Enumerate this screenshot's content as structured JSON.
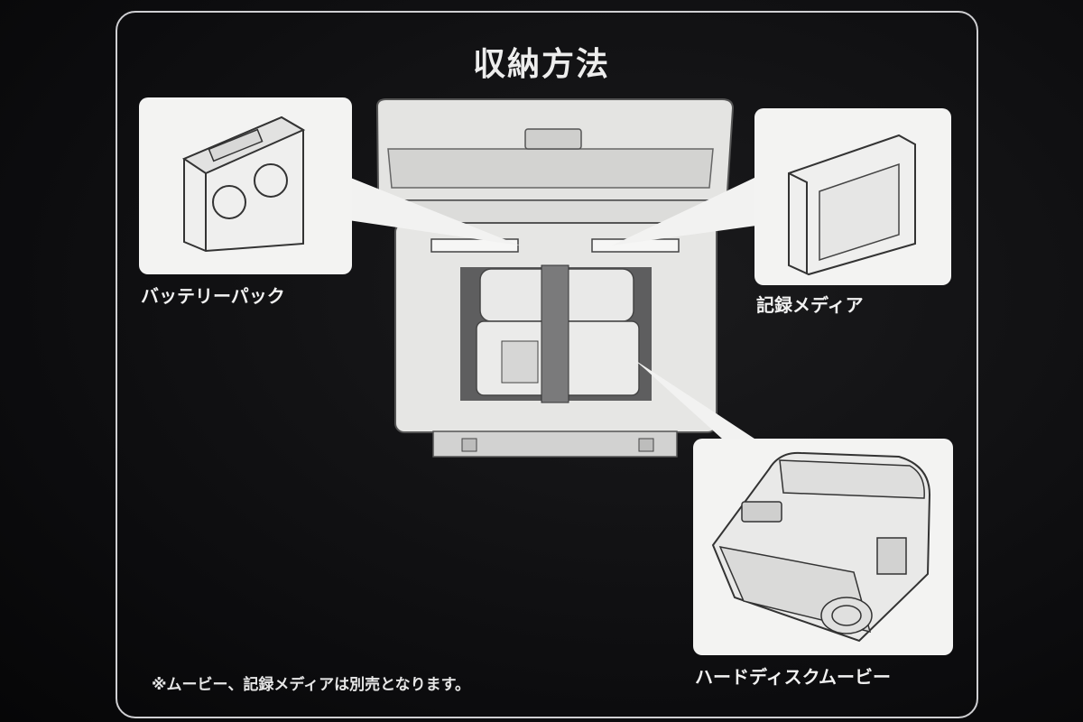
{
  "title": "収納方法",
  "labels": {
    "battery": "バッテリーパック",
    "media": "記録メディア",
    "camera": "ハードディスクムービー"
  },
  "footnote": "※ムービー、記録メディアは別売となります。",
  "colors": {
    "background": "#0c0c0e",
    "frame": "#cfcfd2",
    "panel": "#f3f3f2",
    "text": "#ededed"
  }
}
